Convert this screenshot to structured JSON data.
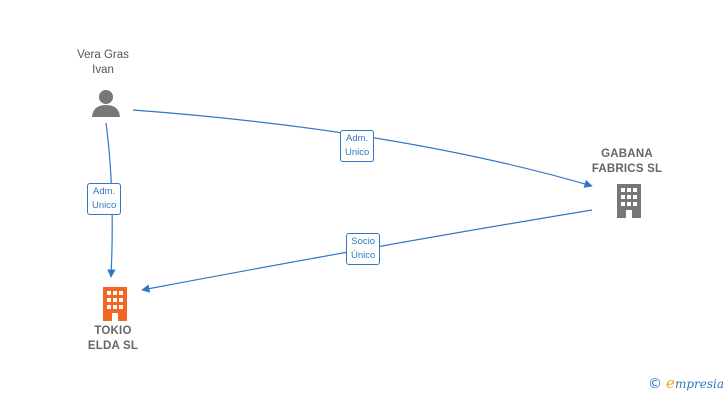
{
  "nodes": {
    "person": {
      "name": "Vera Gras\nIvan",
      "icon": "person-icon"
    },
    "gabana": {
      "name": "GABANA\nFABRICS  SL",
      "icon": "building-icon"
    },
    "tokio": {
      "name": "TOKIO\nELDA  SL",
      "icon": "building-icon"
    }
  },
  "edges": {
    "person_to_gabana": "Adm.\nUnico",
    "person_to_tokio": "Adm.\nUnico",
    "gabana_to_tokio": "Socio\nÚnico"
  },
  "colors": {
    "edge": "#2f78c4",
    "person_icon": "#777777",
    "company_icon": "#777777",
    "focus_company_icon": "#f26522",
    "brand_accent": "#f2a316"
  },
  "brand": {
    "copyright": "©",
    "e": "e",
    "name": "mpresia"
  }
}
